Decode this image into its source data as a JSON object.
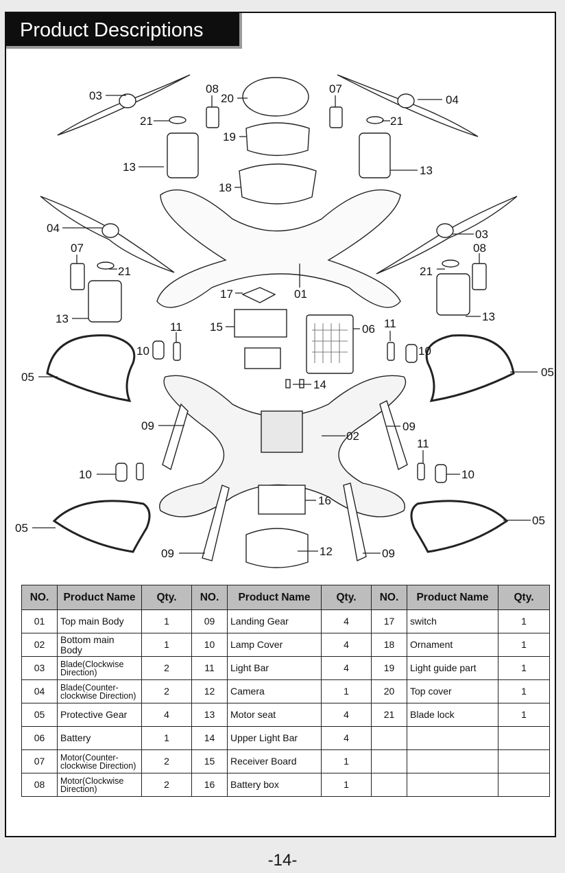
{
  "header": {
    "title": "Product Descriptions"
  },
  "callouts": {
    "c03a": "03",
    "c04a": "04",
    "c08a": "08",
    "c20": "20",
    "c07a": "07",
    "c21a": "21",
    "c21b": "21",
    "c19": "19",
    "c13a": "13",
    "c13b": "13",
    "c18": "18",
    "c04b": "04",
    "c03b": "03",
    "c07b": "07",
    "c08b": "08",
    "c21c": "21",
    "c21d": "21",
    "c17": "17",
    "c01": "01",
    "c13c": "13",
    "c13d": "13",
    "c15": "15",
    "c06": "06",
    "c11a": "11",
    "c11b": "11",
    "c10a": "10",
    "c10b": "10",
    "c05a": "05",
    "c05b": "05",
    "c14": "14",
    "c09a": "09",
    "c09b": "09",
    "c02": "02",
    "c11c": "11",
    "c10c": "10",
    "c10d": "10",
    "c16": "16",
    "c05c": "05",
    "c05d": "05",
    "c09c": "09",
    "c09d": "09",
    "c12": "12"
  },
  "table": {
    "headers": [
      "NO.",
      "Product Name",
      "Qty.",
      "NO.",
      "Product Name",
      "Qty.",
      "NO.",
      "Product Name",
      "Qty."
    ],
    "rows": [
      [
        {
          "no": "01",
          "name": "Top main Body",
          "qty": "1"
        },
        {
          "no": "09",
          "name": "Landing Gear",
          "qty": "4"
        },
        {
          "no": "17",
          "name": "switch",
          "qty": "1"
        }
      ],
      [
        {
          "no": "02",
          "name": "Bottom main Body",
          "qty": "1"
        },
        {
          "no": "10",
          "name": "Lamp Cover",
          "qty": "4"
        },
        {
          "no": "18",
          "name": "Ornament",
          "qty": "1"
        }
      ],
      [
        {
          "no": "03",
          "name": "Blade(Clockwise Direction)",
          "qty": "2"
        },
        {
          "no": "11",
          "name": "Light Bar",
          "qty": "4"
        },
        {
          "no": "19",
          "name": "Light guide part",
          "qty": "1"
        }
      ],
      [
        {
          "no": "04",
          "name": "Blade(Counter-clockwise Direction)",
          "qty": "2"
        },
        {
          "no": "12",
          "name": "Camera",
          "qty": "1"
        },
        {
          "no": "20",
          "name": "Top cover",
          "qty": "1"
        }
      ],
      [
        {
          "no": "05",
          "name": "Protective Gear",
          "qty": "4"
        },
        {
          "no": "13",
          "name": "Motor seat",
          "qty": "4"
        },
        {
          "no": "21",
          "name": "Blade lock",
          "qty": "1"
        }
      ],
      [
        {
          "no": "06",
          "name": "Battery",
          "qty": "1"
        },
        {
          "no": "14",
          "name": "Upper Light Bar",
          "qty": "4"
        },
        {
          "no": "",
          "name": "",
          "qty": ""
        }
      ],
      [
        {
          "no": "07",
          "name": "Motor(Counter-clockwise Direction)",
          "qty": "2"
        },
        {
          "no": "15",
          "name": "Receiver Board",
          "qty": "1"
        },
        {
          "no": "",
          "name": "",
          "qty": ""
        }
      ],
      [
        {
          "no": "08",
          "name": "Motor(Clockwise Direction)",
          "qty": "2"
        },
        {
          "no": "16",
          "name": "Battery box",
          "qty": "1"
        },
        {
          "no": "",
          "name": "",
          "qty": ""
        }
      ]
    ]
  },
  "footer": {
    "page_number": "-14-"
  }
}
